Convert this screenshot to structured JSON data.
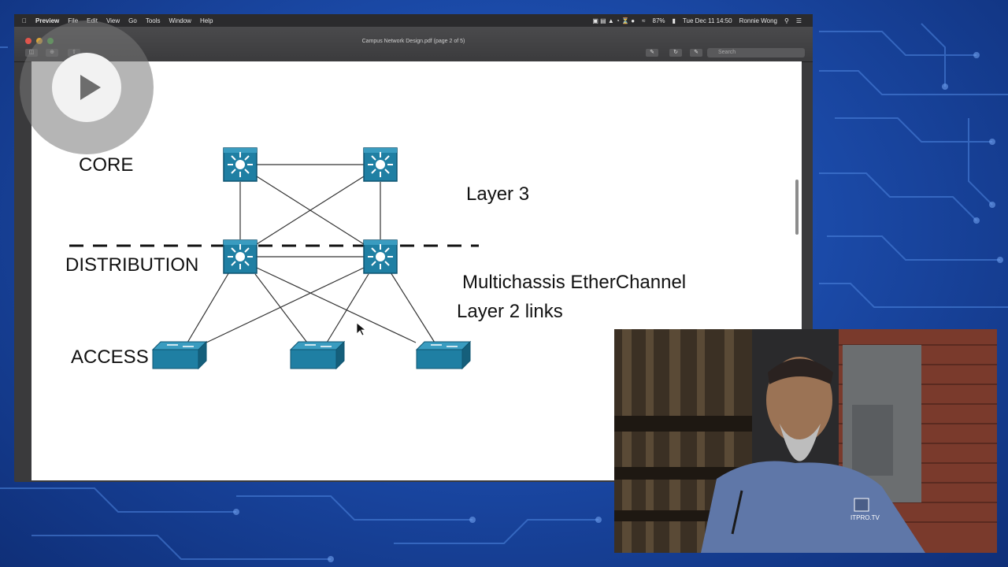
{
  "menubar": {
    "app": "Preview",
    "items": [
      "File",
      "Edit",
      "View",
      "Go",
      "Tools",
      "Window",
      "Help"
    ],
    "battery": "87%",
    "datetime": "Tue Dec 11  14:50",
    "user": "Ronnie Wong"
  },
  "window": {
    "title": "Campus Network Design.pdf (page 2 of 5)",
    "search_placeholder": "Search"
  },
  "slide": {
    "label_core": "CORE",
    "label_distribution": "DISTRIBUTION",
    "label_access": "ACCESS",
    "label_layer3": "Layer 3",
    "label_mec": "Multichassis EtherChannel",
    "label_l2": "Layer 2 links"
  },
  "colors": {
    "device_fill": "#1f7fa3",
    "device_dark": "#155f7b",
    "dashed_line": "#111111"
  },
  "icons": {
    "play": "play-icon",
    "apple": "apple-icon",
    "switch": "switch-icon",
    "router": "multilayer-switch-icon"
  },
  "presenter": {
    "badge": "ITPRO.TV"
  }
}
